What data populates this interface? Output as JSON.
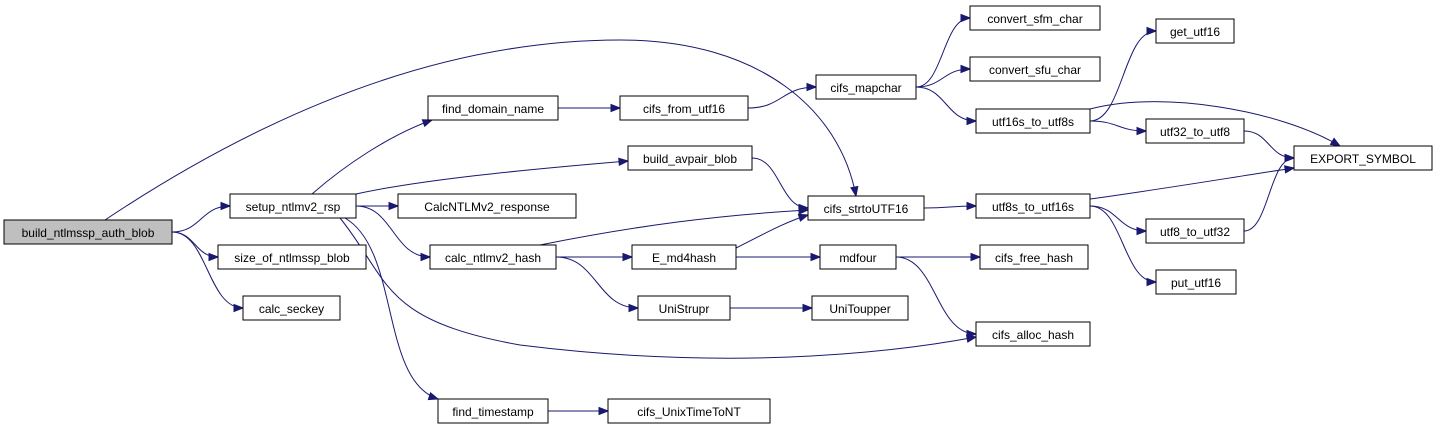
{
  "nodes": [
    {
      "id": "build_ntlmssp_auth_blob",
      "label": "build_ntlmssp_auth_blob",
      "root": true
    },
    {
      "id": "setup_ntlmv2_rsp",
      "label": "setup_ntlmv2_rsp"
    },
    {
      "id": "size_of_ntlmssp_blob",
      "label": "size_of_ntlmssp_blob"
    },
    {
      "id": "calc_seckey",
      "label": "calc_seckey"
    },
    {
      "id": "find_domain_name",
      "label": "find_domain_name"
    },
    {
      "id": "build_avpair_blob",
      "label": "build_avpair_blob"
    },
    {
      "id": "CalcNTLMv2_response",
      "label": "CalcNTLMv2_response"
    },
    {
      "id": "calc_ntlmv2_hash",
      "label": "calc_ntlmv2_hash"
    },
    {
      "id": "find_timestamp",
      "label": "find_timestamp"
    },
    {
      "id": "cifs_from_utf16",
      "label": "cifs_from_utf16"
    },
    {
      "id": "E_md4hash",
      "label": "E_md4hash"
    },
    {
      "id": "UniStrupr",
      "label": "UniStrupr"
    },
    {
      "id": "cifs_UnixTimeToNT",
      "label": "cifs_UnixTimeToNT"
    },
    {
      "id": "cifs_mapchar",
      "label": "cifs_mapchar"
    },
    {
      "id": "cifs_strtoUTF16",
      "label": "cifs_strtoUTF16"
    },
    {
      "id": "mdfour",
      "label": "mdfour"
    },
    {
      "id": "UniToupper",
      "label": "UniToupper"
    },
    {
      "id": "convert_sfm_char",
      "label": "convert_sfm_char"
    },
    {
      "id": "convert_sfu_char",
      "label": "convert_sfu_char"
    },
    {
      "id": "utf16s_to_utf8s",
      "label": "utf16s_to_utf8s"
    },
    {
      "id": "utf8s_to_utf16s",
      "label": "utf8s_to_utf16s"
    },
    {
      "id": "cifs_free_hash",
      "label": "cifs_free_hash"
    },
    {
      "id": "cifs_alloc_hash",
      "label": "cifs_alloc_hash"
    },
    {
      "id": "get_utf16",
      "label": "get_utf16"
    },
    {
      "id": "utf32_to_utf8",
      "label": "utf32_to_utf8"
    },
    {
      "id": "utf8_to_utf32",
      "label": "utf8_to_utf32"
    },
    {
      "id": "put_utf16",
      "label": "put_utf16"
    },
    {
      "id": "EXPORT_SYMBOL",
      "label": "EXPORT_SYMBOL"
    }
  ],
  "edges": [
    [
      "build_ntlmssp_auth_blob",
      "setup_ntlmv2_rsp"
    ],
    [
      "build_ntlmssp_auth_blob",
      "size_of_ntlmssp_blob"
    ],
    [
      "build_ntlmssp_auth_blob",
      "calc_seckey"
    ],
    [
      "build_ntlmssp_auth_blob",
      "cifs_strtoUTF16"
    ],
    [
      "setup_ntlmv2_rsp",
      "find_domain_name"
    ],
    [
      "setup_ntlmv2_rsp",
      "build_avpair_blob"
    ],
    [
      "setup_ntlmv2_rsp",
      "CalcNTLMv2_response"
    ],
    [
      "setup_ntlmv2_rsp",
      "calc_ntlmv2_hash"
    ],
    [
      "setup_ntlmv2_rsp",
      "find_timestamp"
    ],
    [
      "setup_ntlmv2_rsp",
      "cifs_alloc_hash"
    ],
    [
      "find_domain_name",
      "cifs_from_utf16"
    ],
    [
      "build_avpair_blob",
      "cifs_strtoUTF16"
    ],
    [
      "calc_ntlmv2_hash",
      "cifs_strtoUTF16"
    ],
    [
      "calc_ntlmv2_hash",
      "E_md4hash"
    ],
    [
      "calc_ntlmv2_hash",
      "UniStrupr"
    ],
    [
      "find_timestamp",
      "cifs_UnixTimeToNT"
    ],
    [
      "cifs_from_utf16",
      "cifs_mapchar"
    ],
    [
      "E_md4hash",
      "cifs_strtoUTF16"
    ],
    [
      "E_md4hash",
      "mdfour"
    ],
    [
      "UniStrupr",
      "UniToupper"
    ],
    [
      "cifs_mapchar",
      "convert_sfm_char"
    ],
    [
      "cifs_mapchar",
      "convert_sfu_char"
    ],
    [
      "cifs_mapchar",
      "utf16s_to_utf8s"
    ],
    [
      "cifs_strtoUTF16",
      "utf8s_to_utf16s"
    ],
    [
      "mdfour",
      "cifs_free_hash"
    ],
    [
      "mdfour",
      "cifs_alloc_hash"
    ],
    [
      "utf16s_to_utf8s",
      "get_utf16"
    ],
    [
      "utf16s_to_utf8s",
      "utf32_to_utf8"
    ],
    [
      "utf16s_to_utf8s",
      "EXPORT_SYMBOL"
    ],
    [
      "utf8s_to_utf16s",
      "utf8_to_utf32"
    ],
    [
      "utf8s_to_utf16s",
      "put_utf16"
    ],
    [
      "utf8s_to_utf16s",
      "EXPORT_SYMBOL"
    ],
    [
      "utf32_to_utf8",
      "EXPORT_SYMBOL"
    ],
    [
      "utf8_to_utf32",
      "EXPORT_SYMBOL"
    ]
  ],
  "colors": {
    "edge": "#191970",
    "root_fill": "#bfbfbf",
    "node_fill": "#ffffff",
    "border": "#000000"
  }
}
